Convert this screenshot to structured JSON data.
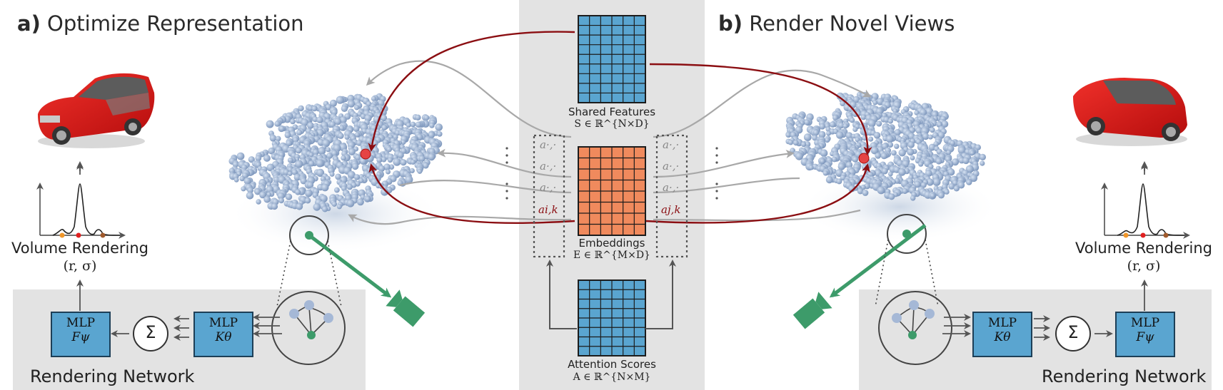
{
  "panel_a": {
    "letter": "a)",
    "title": "Optimize Representation"
  },
  "panel_b": {
    "letter": "b)",
    "title": "Render Novel Views"
  },
  "volume_rendering": {
    "label": "Volume Rendering",
    "formula": "(r, σ)"
  },
  "network": {
    "label": "Rendering Network"
  },
  "mlp_f": {
    "name": "MLP",
    "symbol": "Fψ"
  },
  "mlp_k": {
    "name": "MLP",
    "symbol": "Kθ"
  },
  "sum_symbol": "Σ",
  "shared_features": {
    "label": "Shared Features",
    "formula": "S ∈ ℝ^{N×D}"
  },
  "embeddings": {
    "label": "Embeddings",
    "formula": "E ∈ ℝ^{M×D}"
  },
  "attention_scores": {
    "label": "Attention Scores",
    "formula": "A ∈ ℝ^{N×M}"
  },
  "coefficients": {
    "left": [
      "a·,·",
      "a·,·",
      "a·,·",
      "ai,k"
    ],
    "right": [
      "a·,·",
      "a·,·",
      "a·,·",
      "aj,k"
    ]
  },
  "colors": {
    "matrix_blue": "#5aa5d0",
    "matrix_orange": "#f08a5d",
    "highlight_red": "#8b0e12",
    "camera_green": "#3d9b6a",
    "panel_gray": "#e3e3e3",
    "point_blue": "#9db4d4"
  },
  "icons": [
    "car-render-icon",
    "density-plot-icon",
    "camera-icon",
    "point-cloud-icon"
  ]
}
